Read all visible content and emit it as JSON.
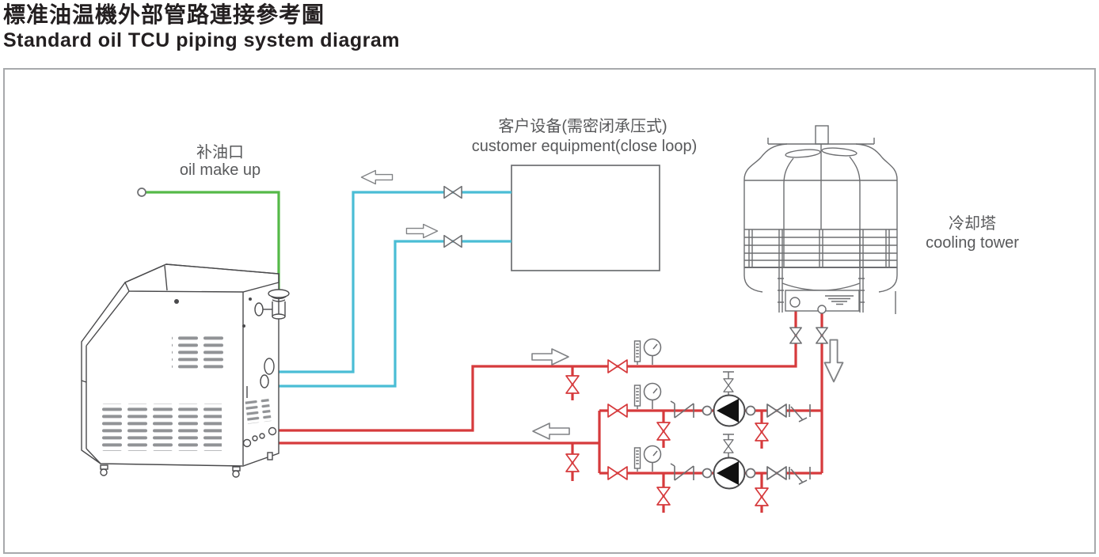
{
  "title": {
    "zh": "標准油温機外部管路連接參考圖",
    "en": "Standard oil TCU piping system diagram"
  },
  "labels": {
    "oil_make_up": {
      "zh": "补油口",
      "en": "oil make up"
    },
    "customer_equipment": {
      "zh": "客户设备(需密闭承压式)",
      "en": "customer equipment(close loop)"
    },
    "cooling_tower": {
      "zh": "冷却塔",
      "en": "cooling tower"
    }
  },
  "colors": {
    "hot_pipe": "#d63a3c",
    "cool_pipe": "#4abdd5",
    "oil_fill_pipe": "#55b948",
    "symbol_gray": "#6d6e71",
    "equipment_line": "#4a4a4c",
    "text_gray": "#58595b",
    "title_black": "#231f20",
    "border_gray": "#a7a9ac",
    "pump_fill": "#111111",
    "vent_gray": "#919396",
    "arrow_gray": "#808285"
  }
}
